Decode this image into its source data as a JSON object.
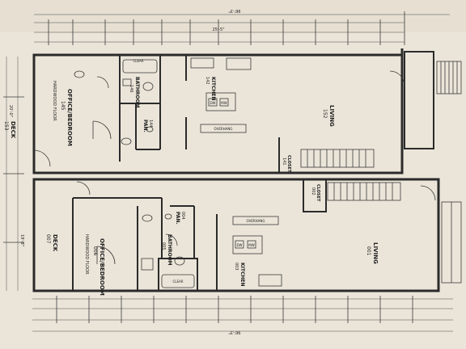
{
  "rooms": {
    "deck_153": {
      "name": "DECK",
      "number": "153"
    },
    "deck_007": {
      "name": "DECK",
      "number": "007"
    },
    "office_upper": {
      "name": "OFFICE/BEDROOM",
      "number": "145",
      "floor": "HARDWOOD FLOOR"
    },
    "office_lower": {
      "name": "OFFICE/BEDROOM",
      "number": "006",
      "floor": "HARDWOOD FLOOR"
    },
    "bath_upper": {
      "name": "BATHROOM",
      "number": "146"
    },
    "bath_lower": {
      "name": "BATHROOM",
      "number": "005"
    },
    "pan_upper": {
      "name": "PAN.",
      "number": "144"
    },
    "pan_lower": {
      "name": "PAN.",
      "number": "004"
    },
    "kitchen_upper": {
      "name": "KITCHEN",
      "number": "142"
    },
    "kitchen_lower": {
      "name": "KITCHEN",
      "number": "003"
    },
    "living_upper": {
      "name": "LIVING",
      "number": "152"
    },
    "living_lower": {
      "name": "LIVING",
      "number": "001"
    },
    "closet_upper": {
      "name": "CLOSET",
      "number": "141"
    },
    "closet_lower": {
      "name": "CLOSET",
      "number": "002"
    }
  },
  "fixtures": {
    "clear_label": "CLEAR",
    "clear_label_2": "CLEAR",
    "dishwasher_label": "DW",
    "dishwasher_label_2": "DW",
    "microwave_label": "MW",
    "microwave_label_2": "MW",
    "counter_label": "OVERHANG",
    "counter_label_2": "OVERHANG"
  },
  "dimensions": {
    "overall_top": "96'-3\"",
    "overall_bottom": "96'-3\"",
    "top_segment": "25'-5\"",
    "left_vertical": "20'-0\"",
    "left_vertical_2": "19'-8\""
  }
}
